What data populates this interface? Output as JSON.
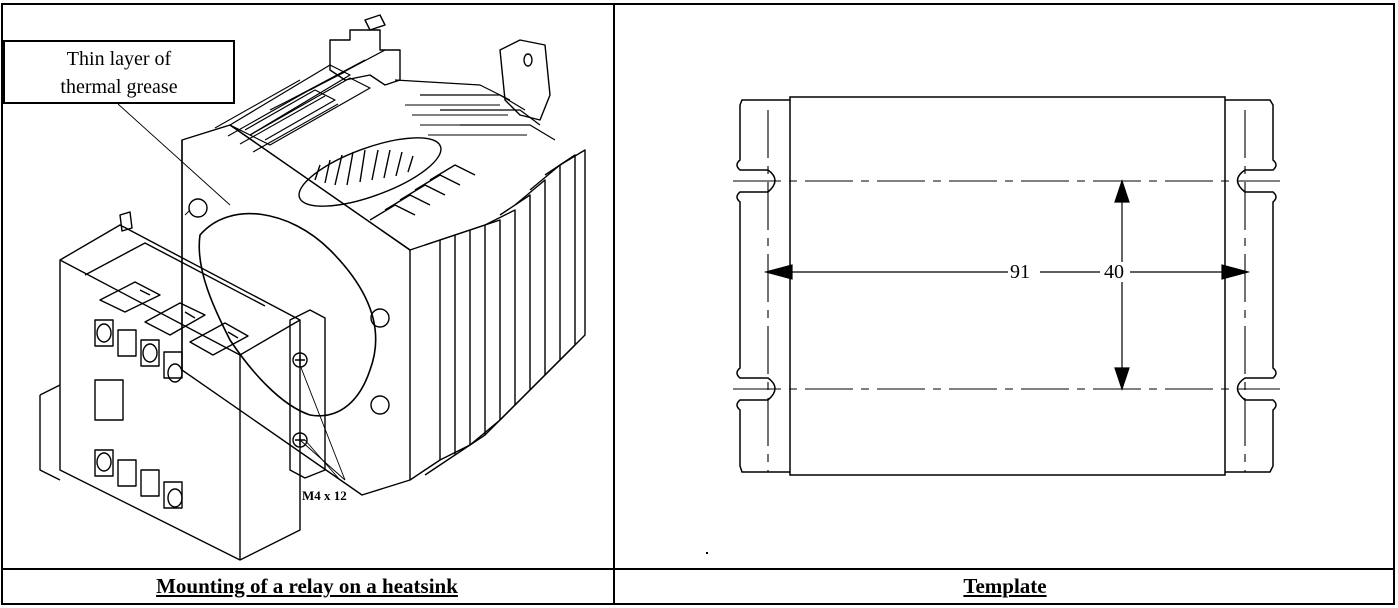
{
  "left_panel": {
    "callout_line1": "Thin layer of",
    "callout_line2": "thermal grease",
    "bolt_label": "M4 x 12",
    "caption": "Mounting of a relay on a heatsink"
  },
  "right_panel": {
    "dim_width": "91",
    "dim_height": "40",
    "caption": "Template"
  }
}
